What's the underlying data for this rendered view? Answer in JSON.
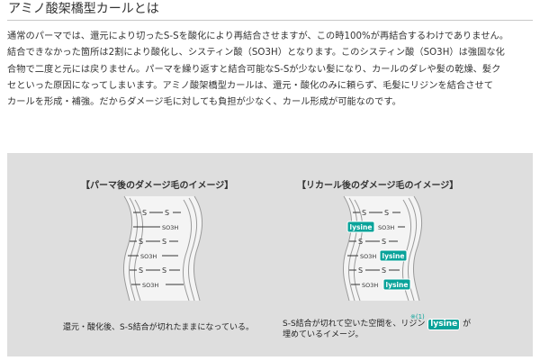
{
  "heading": "アミノ酸架橋型カールとは",
  "paragraph_lines": [
    "通常のパーマでは、還元により切ったS-Sを酸化により再結合させますが、この時100%が再結合するわけでありません。",
    "結合できなかった箇所は2割により酸化し、システィン酸（SO3H）となります。このシスティン酸（SO3H）は強固な化",
    "合物で二度と元には戻りません。パーマを繰り返すと結合可能なS-Sが少ない髪になり、カールのダレや髪の乾燥、髪ク",
    "セといった原因になってしまいます。アミノ酸架橋型カールは、還元・酸化のみに頼らず、毛髪にリジンを結合させて",
    "カールを形成・補強。だからダメージ毛に対しても負担が少なく、カール形成が可能なのです。"
  ],
  "figure_left": {
    "title": "【パーマ後のダメージ毛のイメージ】",
    "caption": "還元・酸化後、S-S結合が切れたままになっている。",
    "labels": {
      "s": "S",
      "so3h": "SO3H"
    }
  },
  "figure_right": {
    "title": "【リカール後のダメージ毛のイメージ】",
    "caption_prefix": "S-S結合が切れて空いた空間を、リジン",
    "caption_badge": "lysine",
    "caption_suffix": "が",
    "caption_line2": "埋めているイメージ。",
    "note_mark": "※(1)",
    "labels": {
      "s": "S",
      "so3h": "SO3H",
      "lysine": "lysine"
    }
  },
  "colors": {
    "lysine": "#0aa39a",
    "panel": "#dedede",
    "hair_fill": "#f4f4f4",
    "hair_edge": "#9a9a9a"
  }
}
